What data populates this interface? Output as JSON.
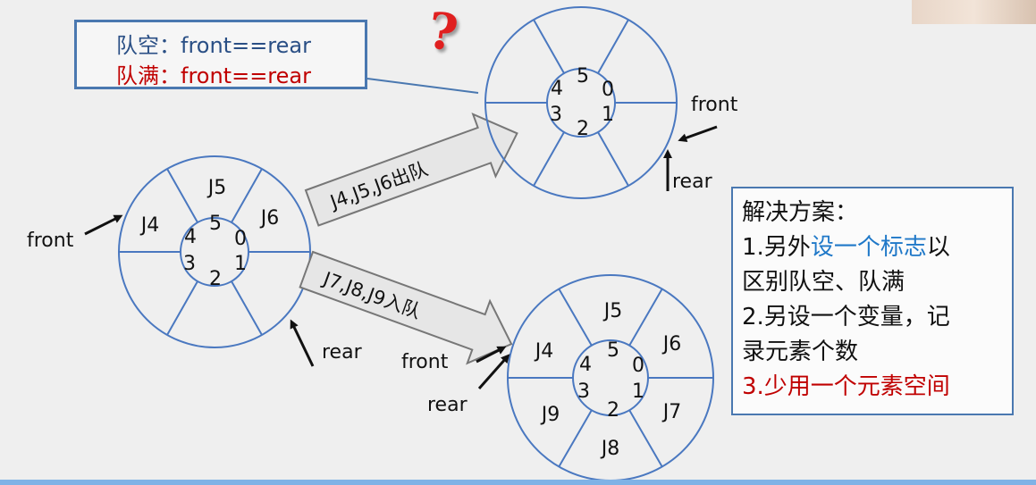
{
  "callout": {
    "line1": "队空：front==rear",
    "line2": "队满：front==rear"
  },
  "question_mark": "?",
  "left_queue": {
    "indices": [
      "0",
      "1",
      "2",
      "3",
      "4",
      "5"
    ],
    "elements": [
      "J4",
      "J5",
      "J6"
    ],
    "front_label": "front",
    "rear_label": "rear"
  },
  "arrow_dequeue": {
    "label": "J4,J5,J6出队"
  },
  "arrow_enqueue": {
    "label": "J7,J8,J9入队"
  },
  "top_queue": {
    "indices": [
      "0",
      "1",
      "2",
      "3",
      "4",
      "5"
    ],
    "front_label": "front",
    "rear_label": "rear"
  },
  "bottom_queue": {
    "indices": [
      "0",
      "1",
      "2",
      "3",
      "4",
      "5"
    ],
    "elements": [
      "J4",
      "J5",
      "J6",
      "J7",
      "J8",
      "J9"
    ],
    "front_label": "front",
    "rear_label": "rear"
  },
  "solution": {
    "title": "解决方案：",
    "item1_prefix": "1.另外",
    "item1_highlight": "设一个标志",
    "item1_suffix": "以",
    "item1_cont": "区别队空、队满",
    "item2": "2.另设一个变量，记",
    "item2_cont": "录元素个数",
    "item3": "3.少用一个元素空间"
  },
  "colors": {
    "circle_stroke": "#4a78c0",
    "callout_blue": "#2a4f85",
    "red": "#c00000",
    "highlight_blue": "#1f78c8"
  }
}
